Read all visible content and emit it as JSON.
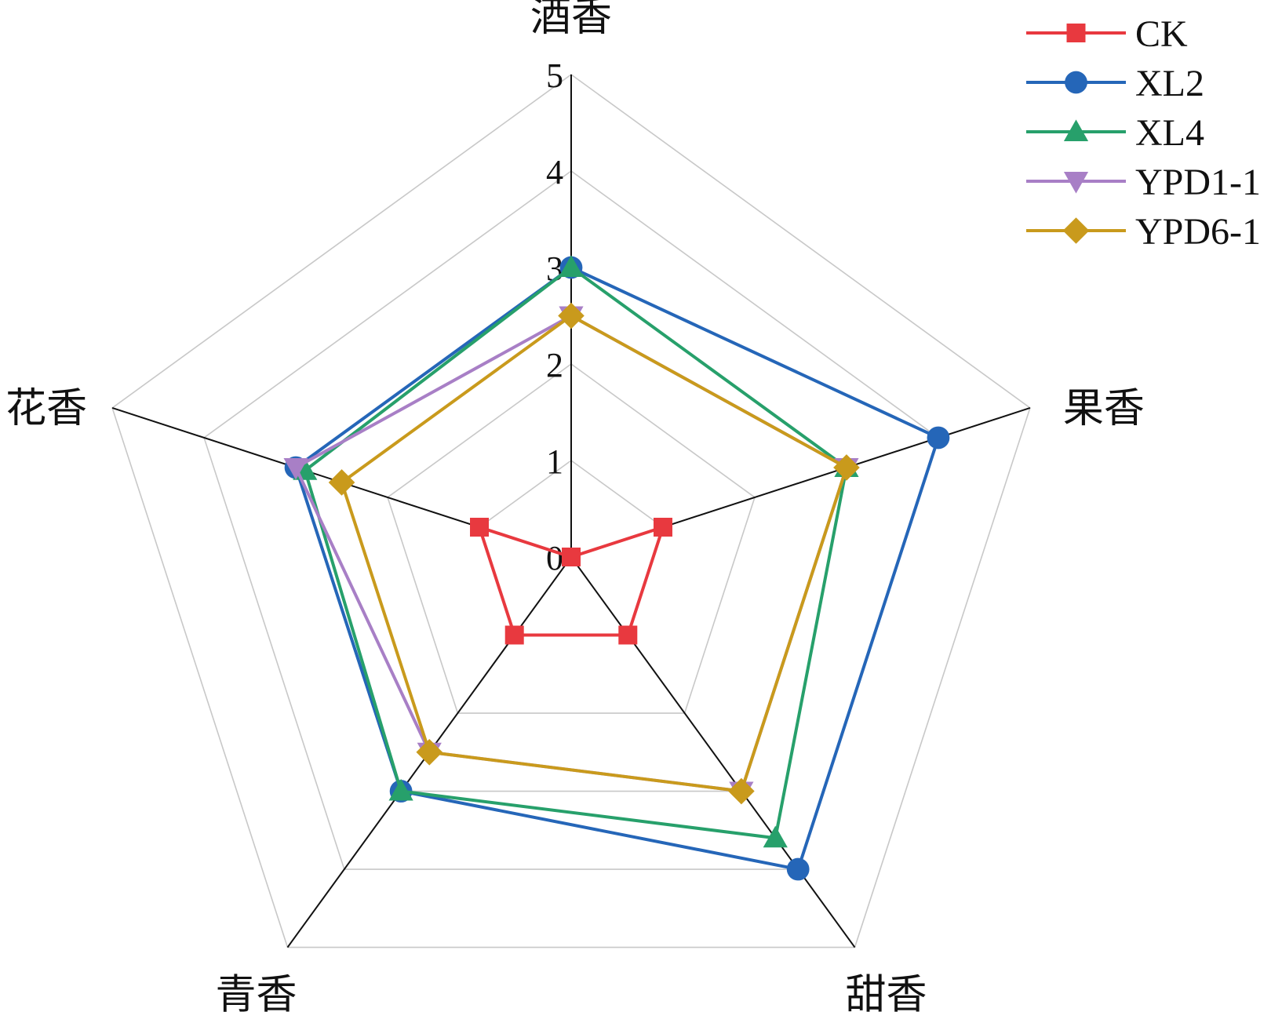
{
  "chart_data": {
    "type": "radar",
    "axes": [
      "酒香",
      "果香",
      "甜香",
      "青香",
      "花香"
    ],
    "range": [
      0,
      5
    ],
    "ticks": [
      "0",
      "1",
      "2",
      "3",
      "4",
      "5"
    ],
    "grid": true,
    "legend_position": "top-right",
    "series": [
      {
        "name": "CK",
        "color": "#e8393f",
        "marker": "square",
        "values": [
          0,
          1,
          1,
          1,
          1
        ]
      },
      {
        "name": "XL2",
        "color": "#2566b8",
        "marker": "circle",
        "values": [
          3,
          4,
          4,
          3,
          3
        ]
      },
      {
        "name": "XL4",
        "color": "#27a06b",
        "marker": "triangle",
        "values": [
          3,
          3,
          3.6,
          3,
          2.9
        ]
      },
      {
        "name": "YPD1-1",
        "color": "#a87fc6",
        "marker": "triangle-down",
        "values": [
          2.5,
          3,
          3,
          2.5,
          3
        ]
      },
      {
        "name": "YPD6-1",
        "color": "#c99a1c",
        "marker": "diamond",
        "values": [
          2.5,
          3,
          3,
          2.5,
          2.5
        ]
      }
    ]
  }
}
